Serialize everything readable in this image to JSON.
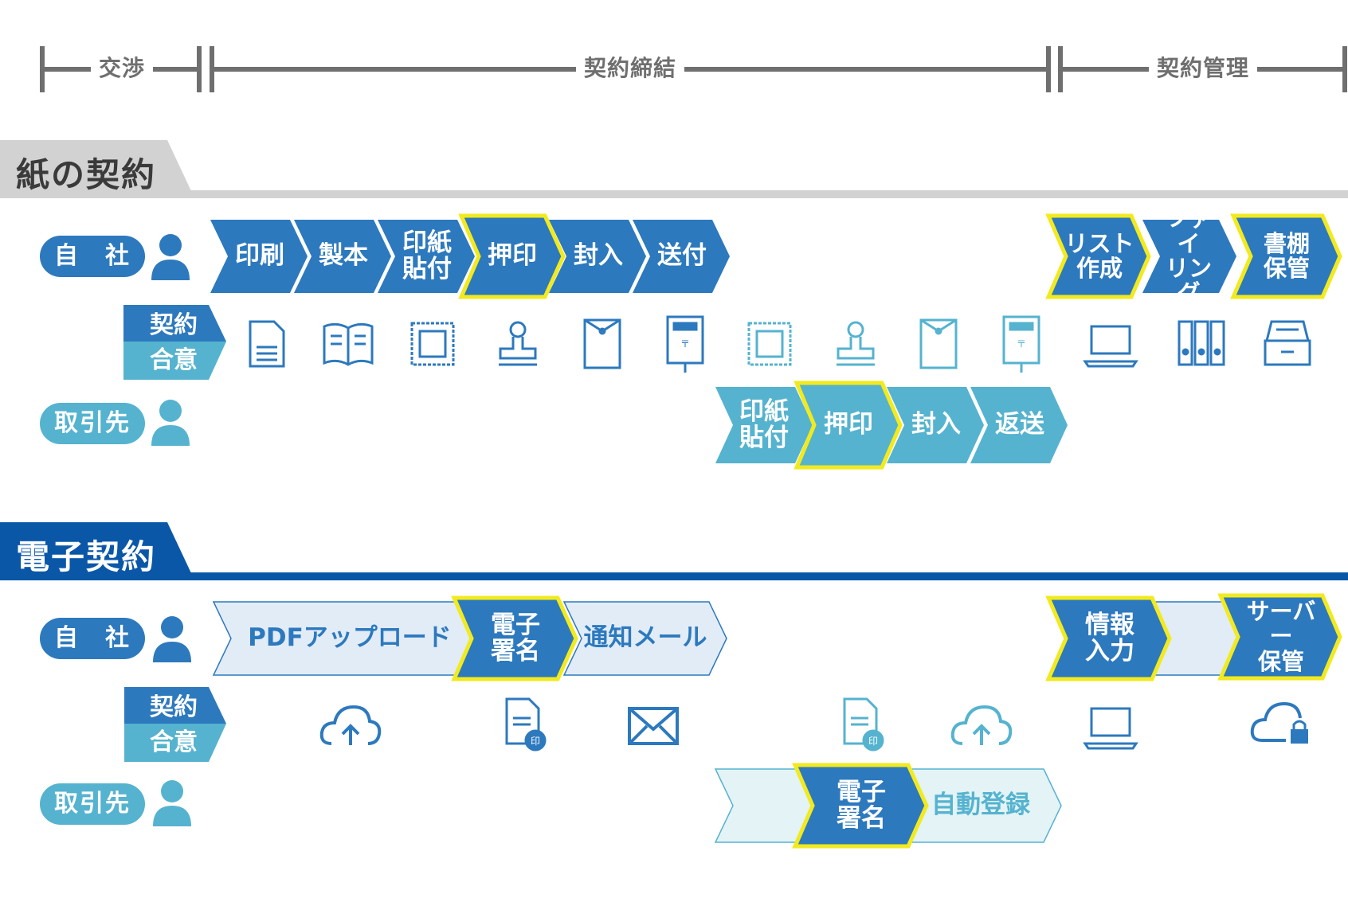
{
  "phases": {
    "negotiation": "交渉",
    "conclusion": "契約締結",
    "management": "契約管理"
  },
  "paper": {
    "title": "紙の契約",
    "own_label": "自　社",
    "partner_label": "取引先",
    "agreement_top": "契約",
    "agreement_bottom": "合意",
    "own_steps": [
      "印刷",
      "製本",
      "印紙\n貼付",
      "押印",
      "封入",
      "送付"
    ],
    "partner_steps": [
      "印紙\n貼付",
      "押印",
      "封入",
      "返送"
    ],
    "manage_steps": [
      "リスト\n作成",
      "ファイ\nリング",
      "書棚\n保管"
    ],
    "icons": [
      "document-icon",
      "book-icon",
      "revenue-stamp-icon",
      "seal-stamp-icon",
      "envelope-icon",
      "mailbox-icon",
      "revenue-stamp-icon",
      "seal-stamp-icon",
      "envelope-icon",
      "mailbox-icon",
      "laptop-icon",
      "binders-icon",
      "file-cabinet-icon"
    ]
  },
  "electronic": {
    "title": "電子契約",
    "own_label": "自　社",
    "partner_label": "取引先",
    "agreement_top": "契約",
    "agreement_bottom": "合意",
    "own_steps": [
      "PDFアップロード",
      "電子\n署名",
      "通知メール"
    ],
    "partner_steps": [
      "電子\n署名",
      "自動登録"
    ],
    "manage_steps": [
      "情報\n入力",
      "サーバー\n保管"
    ],
    "icons": [
      "cloud-upload-icon",
      "signed-document-icon",
      "mail-icon",
      "signed-document-icon",
      "cloud-upload-icon",
      "laptop-icon",
      "cloud-lock-icon"
    ]
  },
  "colors": {
    "own_blue": "#2d79be",
    "partner_cyan": "#55b3cf",
    "highlight_yellow": "#f2ea1e",
    "dark_navy": "#0a57a8",
    "light_fill": "#e2ecf7",
    "light_cyan_fill": "#e3f3f6",
    "phase_gray": "#6f6f6f"
  }
}
